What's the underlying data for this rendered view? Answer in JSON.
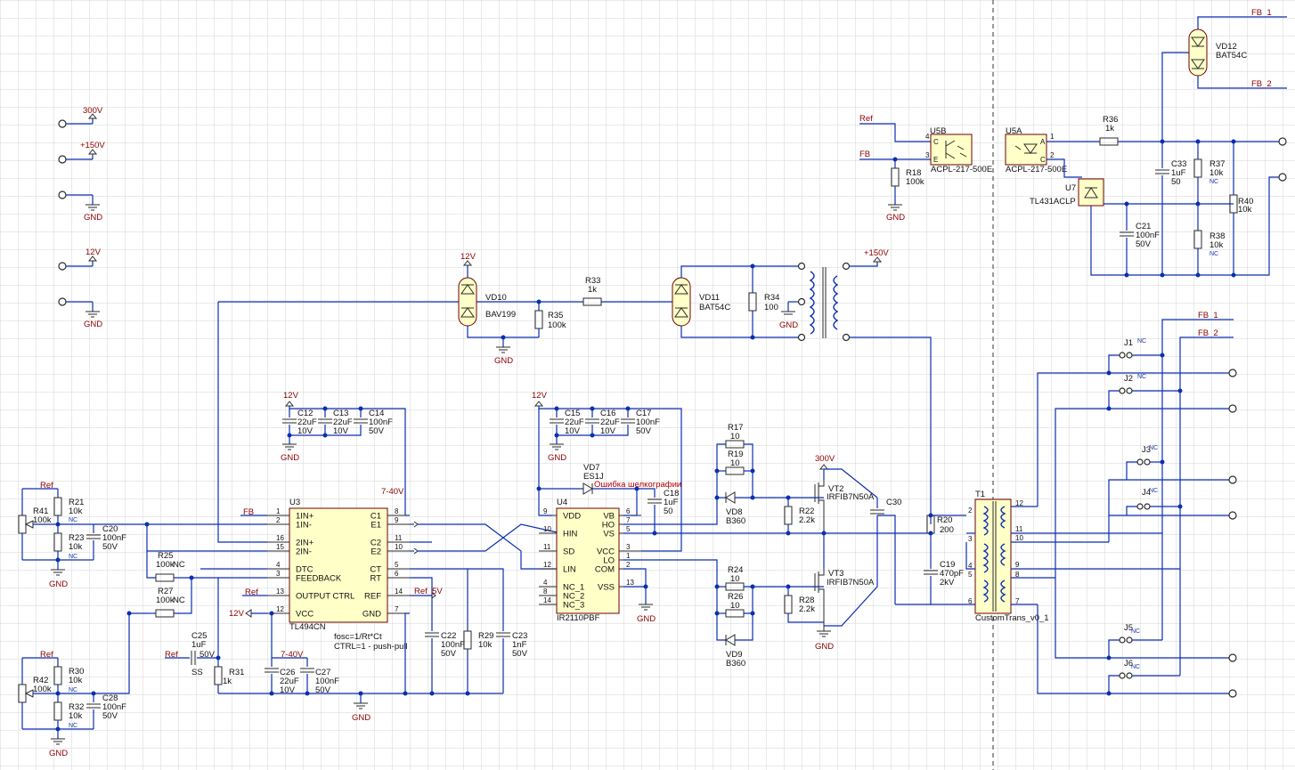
{
  "power_ports": {
    "v300": "300V",
    "v150": "+150V",
    "gnd": "GND",
    "v12": "12V"
  },
  "nets": {
    "ref": "Ref",
    "fb": "FB",
    "fb1": "FB_1",
    "fb2": "FB_2",
    "ref5v": "Ref_5V",
    "v12": "12V",
    "v7_40": "7-40V",
    "gnd": "GND",
    "v300": "300V",
    "v150": "+150V"
  },
  "u3": {
    "ref": "U3",
    "part": "TL494CN",
    "left_pins": [
      {
        "num": "1",
        "name": "1IN+"
      },
      {
        "num": "2",
        "name": "1IN-"
      },
      {
        "num": "16",
        "name": "2IN+"
      },
      {
        "num": "15",
        "name": "2IN-"
      },
      {
        "num": "4",
        "name": "DTC"
      },
      {
        "num": "3",
        "name": "FEEDBACK"
      },
      {
        "num": "13",
        "name": "OUTPUT CTRL"
      },
      {
        "num": "12",
        "name": "VCC"
      }
    ],
    "right_pins": [
      {
        "num": "8",
        "name": "C1"
      },
      {
        "num": "9",
        "name": "E1"
      },
      {
        "num": "11",
        "name": "C2"
      },
      {
        "num": "10",
        "name": "E2"
      },
      {
        "num": "5",
        "name": "CT"
      },
      {
        "num": "6",
        "name": "RT"
      },
      {
        "num": "14",
        "name": "REF"
      },
      {
        "num": "7",
        "name": "GND"
      }
    ],
    "note1": "fosc=1/Rt*Ct",
    "note2": "CTRL=1 - push-pull"
  },
  "u4": {
    "ref": "U4",
    "part": "IR2110PBF",
    "left_pins": [
      {
        "num": "9",
        "name": "VDD"
      },
      {
        "num": "10",
        "name": "HIN"
      },
      {
        "num": "11",
        "name": "SD"
      },
      {
        "num": "12",
        "name": "LIN"
      },
      {
        "num": "4",
        "name": "NC_1"
      },
      {
        "num": "8",
        "name": "NC_2"
      },
      {
        "num": "14",
        "name": "NC_3"
      }
    ],
    "right_pins": [
      {
        "num": "6",
        "name": "VB"
      },
      {
        "num": "7",
        "name": "HO"
      },
      {
        "num": "5",
        "name": "VS"
      },
      {
        "num": "3",
        "name": "VCC"
      },
      {
        "num": "1",
        "name": "LO"
      },
      {
        "num": "2",
        "name": "COM"
      },
      {
        "num": "13",
        "name": "VSS"
      }
    ],
    "error": "Ошибка шелкографии"
  },
  "u5b": {
    "ref": "U5B",
    "part": "ACPL-217-500E",
    "pin_c": "C",
    "pin_e": "E",
    "n4": "4",
    "n3": "3"
  },
  "u5a": {
    "ref": "U5A",
    "part": "ACPL-217-500E",
    "pin_a": "A",
    "pin_c": "C",
    "n1": "1",
    "n2": "2"
  },
  "u7": {
    "ref": "U7",
    "part": "TL431ACLP"
  },
  "t1": {
    "ref": "T1",
    "part": "CustomTrans_v0_1",
    "pins": [
      "12",
      "11",
      "10",
      "9",
      "8",
      "7",
      "2",
      "3",
      "4",
      "5",
      "6"
    ]
  },
  "diodes": {
    "vd10": {
      "ref": "VD10",
      "part": "BAV199"
    },
    "vd11": {
      "ref": "VD11",
      "part": "BAT54C"
    },
    "vd12": {
      "ref": "VD12",
      "part": "BAT54C"
    },
    "vd7": {
      "ref": "VD7",
      "part": "ES1J"
    },
    "vd8": {
      "ref": "VD8",
      "part": "B360"
    },
    "vd9": {
      "ref": "VD9",
      "part": "B360"
    }
  },
  "transistors": {
    "vt2": {
      "ref": "VT2",
      "part": "IRFIB7N50A"
    },
    "vt3": {
      "ref": "VT3",
      "part": "IRFIB7N50A"
    }
  },
  "resistors": {
    "r17": {
      "ref": "R17",
      "val": "10"
    },
    "r19": {
      "ref": "R19",
      "val": "10"
    },
    "r24": {
      "ref": "R24",
      "val": "10"
    },
    "r26": {
      "ref": "R26",
      "val": "10"
    },
    "r22": {
      "ref": "R22",
      "val": "2.2k"
    },
    "r28": {
      "ref": "R28",
      "val": "2.2k"
    },
    "r33": {
      "ref": "R33",
      "val": "1k"
    },
    "r34": {
      "ref": "R34",
      "val": "100"
    },
    "r35": {
      "ref": "R35",
      "val": "100k"
    },
    "r36": {
      "ref": "R36",
      "val": "1k"
    },
    "r37": {
      "ref": "R37",
      "val": "10k"
    },
    "r38": {
      "ref": "R38",
      "val": "10k"
    },
    "r40": {
      "ref": "R40",
      "val": "10k"
    },
    "r18": {
      "ref": "R18",
      "val": "100k"
    },
    "r20": {
      "ref": "R20",
      "val": "200"
    },
    "r21": {
      "ref": "R21",
      "val": "10k"
    },
    "r23": {
      "ref": "R23",
      "val": "10k"
    },
    "r41": {
      "ref": "R41",
      "val": "100k"
    },
    "r25": {
      "ref": "R25",
      "val": "100k"
    },
    "r27": {
      "ref": "R27",
      "val": "100k"
    },
    "r29": {
      "ref": "R29",
      "val": "10k"
    },
    "r30": {
      "ref": "R30",
      "val": "10k"
    },
    "r32": {
      "ref": "R32",
      "val": "10k"
    },
    "r42": {
      "ref": "R42",
      "val": "100k"
    },
    "r31": {
      "ref": "R31",
      "val": "1k"
    }
  },
  "capacitors": {
    "c12": {
      "ref": "C12",
      "val": "22uF",
      "v": "10V"
    },
    "c13": {
      "ref": "C13",
      "val": "22uF",
      "v": "10V"
    },
    "c14": {
      "ref": "C14",
      "val": "100nF",
      "v": "50V"
    },
    "c15": {
      "ref": "C15",
      "val": "22uF",
      "v": "10V"
    },
    "c16": {
      "ref": "C16",
      "val": "22uF",
      "v": "10V"
    },
    "c17": {
      "ref": "C17",
      "val": "100nF",
      "v": "50V"
    },
    "c18": {
      "ref": "C18",
      "val": "1uF",
      "v": "50"
    },
    "c19": {
      "ref": "C19",
      "val": "470pF",
      "v": "2kV"
    },
    "c20": {
      "ref": "C20",
      "val": "100nF",
      "v": "50V"
    },
    "c21": {
      "ref": "C21",
      "val": "100nF",
      "v": "50V"
    },
    "c22": {
      "ref": "C22",
      "val": "100nF",
      "v": "50V"
    },
    "c23": {
      "ref": "C23",
      "val": "1nF",
      "v": "50V"
    },
    "c25": {
      "ref": "C25",
      "val": "1uF",
      "v": "50V"
    },
    "c26": {
      "ref": "C26",
      "val": "22uF",
      "v": "10V"
    },
    "c27": {
      "ref": "C27",
      "val": "100nF",
      "v": "50V"
    },
    "c28": {
      "ref": "C28",
      "val": "100nF",
      "v": "50V"
    },
    "c30": {
      "ref": "C30",
      "val": "",
      "v": ""
    },
    "c33": {
      "ref": "C33",
      "val": "1uF",
      "v": "50"
    }
  },
  "jumpers": {
    "j1": "J1",
    "j2": "J2",
    "j3": "J3",
    "j4": "J4",
    "j5": "J5",
    "j6": "J6"
  },
  "misc": {
    "nc": "NC",
    "ss": "SS"
  }
}
